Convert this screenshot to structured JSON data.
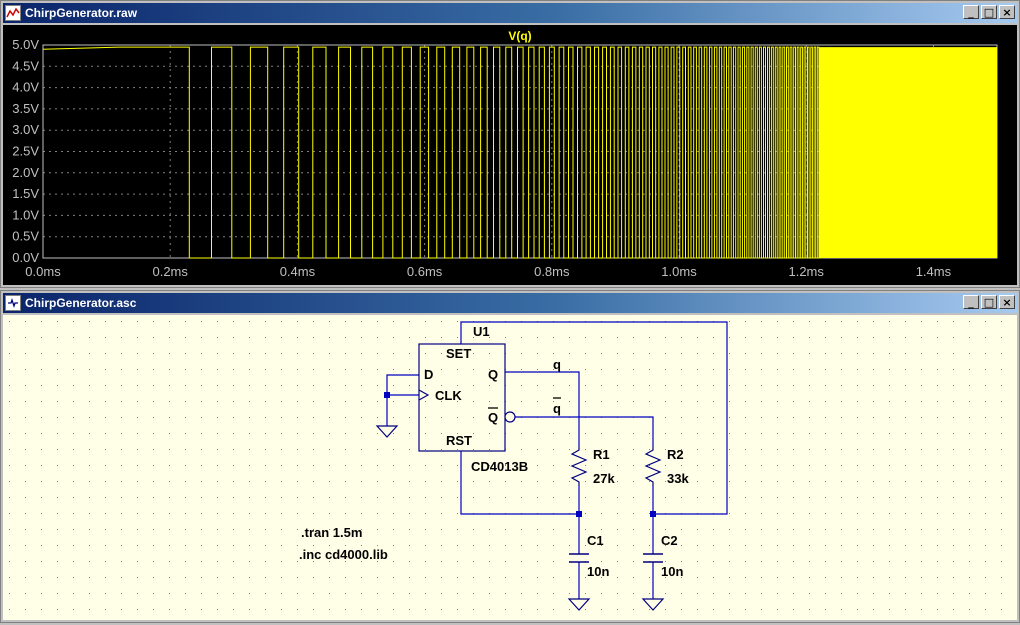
{
  "wave_window": {
    "title": "ChirpGenerator.raw",
    "controls": {
      "minimize": "_",
      "maximize": "□",
      "close": "×"
    }
  },
  "schematic_window": {
    "title": "ChirpGenerator.asc",
    "controls": {
      "minimize": "_",
      "maximize": "□",
      "close": "×"
    }
  },
  "chart_data": {
    "type": "line",
    "title": "V(q)",
    "series": [
      {
        "name": "V(q)",
        "color": "#ffff00"
      }
    ],
    "x_unit": "ms",
    "xlim": [
      0.0,
      1.5
    ],
    "ylim": [
      0.0,
      5.0
    ],
    "x_ticks": [
      "0.0ms",
      "0.2ms",
      "0.4ms",
      "0.6ms",
      "0.8ms",
      "1.0ms",
      "1.2ms",
      "1.4ms"
    ],
    "y_ticks": [
      "5.0V",
      "4.5V",
      "4.0V",
      "3.5V",
      "3.0V",
      "2.5V",
      "2.0V",
      "1.5V",
      "1.0V",
      "0.5V",
      "0.0V"
    ],
    "high_level": 4.95,
    "low_level": 0.0,
    "signal": "square-wave chirp: output high until 0.23ms, then toggles with period decreasing from about 0.07ms to about 0.005ms, becoming a solid band after about 1.22ms",
    "chirp_start_ms": 0.23,
    "initial_period_ms": 0.07,
    "final_period_ms": 0.005,
    "solid_band_from_ms": 1.22,
    "grid": true,
    "background": "#000000",
    "grid_color": "#808080"
  },
  "schematic": {
    "ic": {
      "ref": "U1",
      "part": "CD4013B",
      "pins": {
        "set": "SET",
        "d": "D",
        "clk": "CLK",
        "q": "Q",
        "qbar": "Q",
        "rst": "RST"
      }
    },
    "nets": {
      "q": "q",
      "qbar": "q"
    },
    "r1": {
      "ref": "R1",
      "value": "27k"
    },
    "r2": {
      "ref": "R2",
      "value": "33k"
    },
    "c1": {
      "ref": "C1",
      "value": "10n"
    },
    "c2": {
      "ref": "C2",
      "value": "10n"
    },
    "directives": [
      ".tran 1.5m",
      ".inc cd4000.lib"
    ],
    "wire_color": "#0000c0",
    "symbol_color": "#000080"
  }
}
